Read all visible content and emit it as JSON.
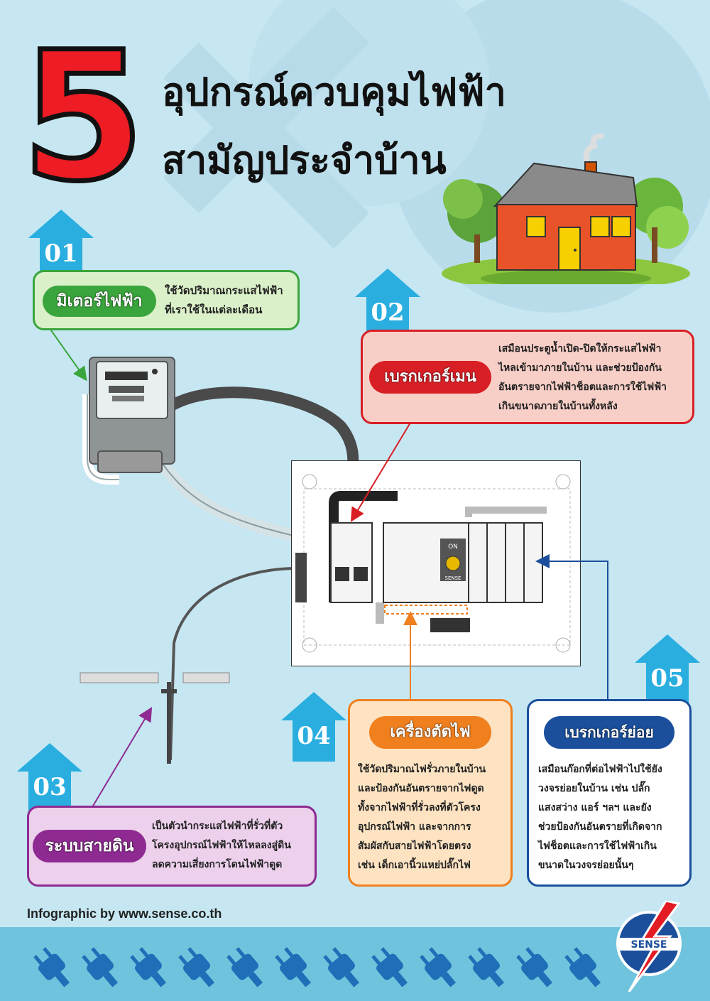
{
  "title": {
    "number": "5",
    "line1": "อุปกรณ์ควบคุมไฟฟ้า",
    "line2": "สามัญประจำบ้าน"
  },
  "items": [
    {
      "number": "01",
      "name": "มิเตอร์ไฟฟ้า",
      "color": "#3aa53c",
      "box_color": "#daf0c9",
      "lines": [
        "ใช้วัดปริมาณกระแสไฟฟ้า",
        "ที่เราใช้ในแต่ละเดือน"
      ]
    },
    {
      "number": "02",
      "name": "เบรกเกอร์เมน",
      "color": "#d81f26",
      "box_color": "#f8cfc7",
      "lines": [
        "เสมือนประตูน้ำเปิด-ปิดให้กระแสไฟฟ้า",
        "ไหลเข้ามาภายในบ้าน และช่วยป้องกัน",
        "อันตรายจากไฟฟ้าช็อตและการใช้ไฟฟ้า",
        "เกินขนาดภายในบ้านทั้งหลัง"
      ]
    },
    {
      "number": "03",
      "name": "ระบบสายดิน",
      "color": "#8e2a91",
      "box_color": "#ecd0ec",
      "lines": [
        "เป็นตัวนำกระแสไฟฟ้าที่รั่วที่ตัว",
        "โครงอุปกรณ์ไฟฟ้าให้ไหลลงสู่ดิน",
        "ลดความเสี่ยงการโดนไฟฟ้าดูด"
      ]
    },
    {
      "number": "04",
      "name": "เครื่องตัดไฟ",
      "color": "#f07f1e",
      "box_color": "#fde3c2",
      "lines": [
        "ใช้วัดปริมาณไฟรั่วภายในบ้าน",
        "และป้องกันอันตรายจากไฟดูด",
        "ทั้งจากไฟฟ้าที่รั่วลงที่ตัวโครง",
        "อุปกรณ์ไฟฟ้า และจากการ",
        "สัมผัสกับสายไฟฟ้าโดยตรง",
        "เช่น เด็กเอานิ้วแหย่ปลั๊กไฟ"
      ]
    },
    {
      "number": "05",
      "name": "เบรกเกอร์ย่อย",
      "color": "#1b4f9c",
      "box_color": "#ffffff",
      "lines": [
        "เสมือนก๊อกที่ต่อไฟฟ้าไปใช้ยัง",
        "วงจรย่อยในบ้าน เช่น ปลั๊ก",
        "แสงสว่าง แอร์ ฯลฯ และยัง",
        "ช่วยป้องกันอันตรายที่เกิดจาก",
        "ไฟช็อตและการใช้ไฟฟ้าเกิน",
        "ขนาดในวงจรย่อยนั้นๆ"
      ]
    }
  ],
  "credit": "Infographic by www.sense.co.th",
  "logo_text": "SENSE",
  "panel_labels": {
    "on": "ON",
    "brand": "SENSE"
  }
}
